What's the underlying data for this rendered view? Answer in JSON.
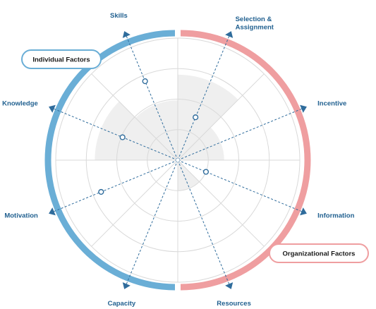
{
  "diagram": {
    "colors": {
      "individual_arc": "#6aaed6",
      "organizational_arc": "#ef9ea0",
      "axis_line": "#2f6c9c",
      "grid": "#d9d9d9",
      "fill": "#efefef",
      "label_text": "#1f5f8f"
    },
    "rings": 4,
    "axes": [
      {
        "label": "Skills",
        "value": 0.7
      },
      {
        "label": "Selection & Assignment",
        "value": 0.38
      },
      {
        "label": "Incentive",
        "value": 0.0
      },
      {
        "label": "Information",
        "value": 0.25
      },
      {
        "label": "Resources",
        "value": 0.0
      },
      {
        "label": "Capacity",
        "value": 0.0
      },
      {
        "label": "Motivation",
        "value": 0.68
      },
      {
        "label": "Knowledge",
        "value": 0.49
      }
    ],
    "groups": {
      "individual": "Individual Factors",
      "organizational": "Organizational Factors"
    }
  }
}
